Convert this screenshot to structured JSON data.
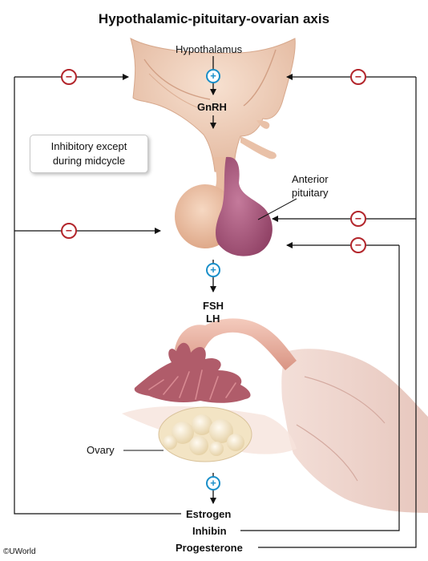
{
  "title": "Hypothalamic-pituitary-ovarian axis",
  "labels": {
    "hypothalamus": "Hypothalamus",
    "gnrh": "GnRH",
    "anterior_pituitary_line1": "Anterior",
    "anterior_pituitary_line2": "pituitary",
    "fsh": "FSH",
    "lh": "LH",
    "ovary": "Ovary",
    "estrogen": "Estrogen",
    "inhibin": "Inhibin",
    "progesterone": "Progesterone"
  },
  "note": {
    "line1": "Inhibitory except",
    "line2": "during midcycle"
  },
  "copyright": "©UWorld",
  "symbols": {
    "stimulatory": "+",
    "inhibitory": "−"
  },
  "colors": {
    "stimulatory": "#1a8fc9",
    "inhibitory": "#b3262c",
    "hypothalamus": "#f0cdb6",
    "pituitary_anterior": "#b35e84",
    "pituitary_posterior": "#eec4a6",
    "ovary": "#f3e4c4",
    "tube": "#e9b1a1",
    "fimbriae": "#b05c6a"
  }
}
